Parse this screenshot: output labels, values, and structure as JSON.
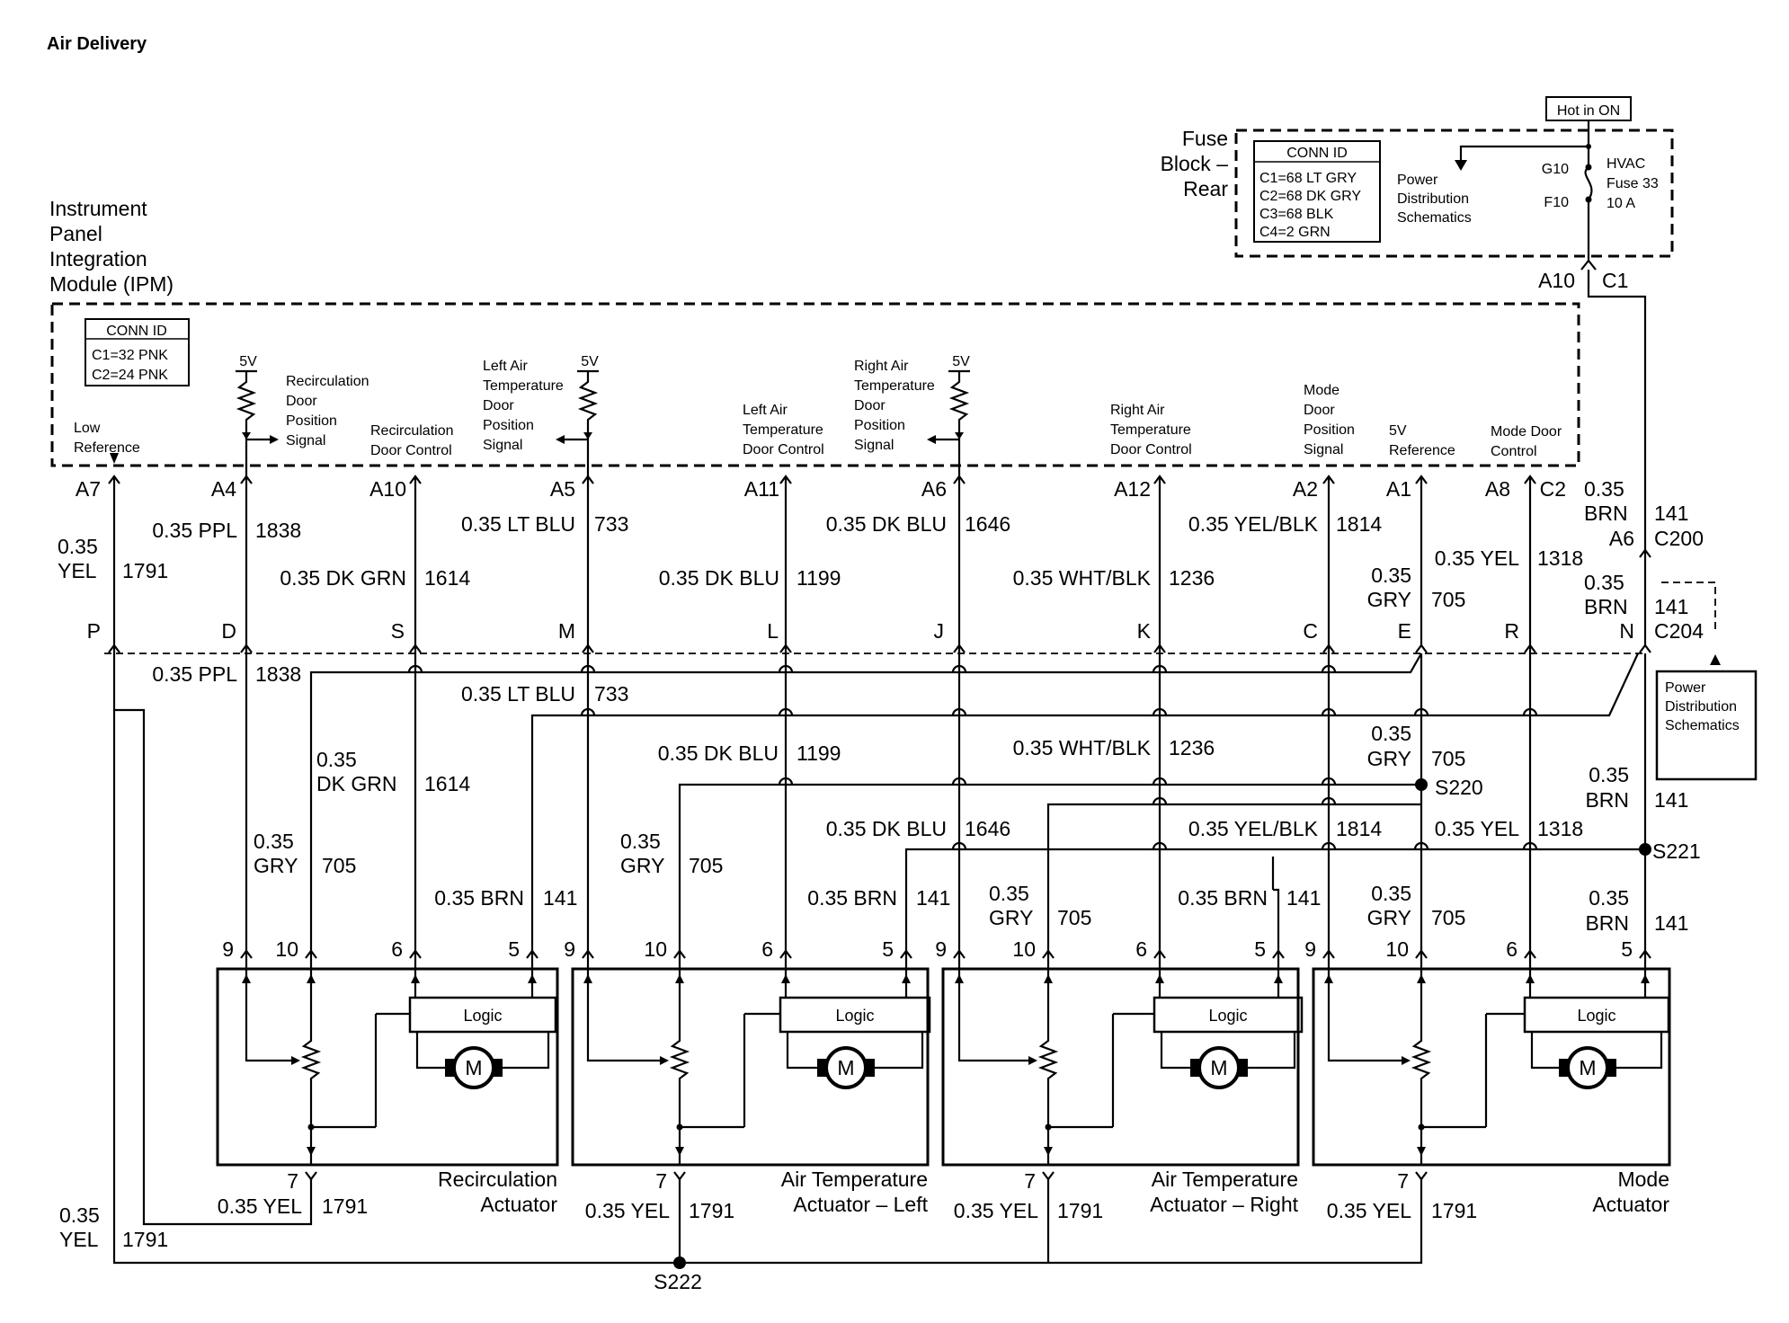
{
  "title": "Air Delivery",
  "hot_in_on": "Hot in ON",
  "fuse_block": {
    "label": [
      "Fuse",
      "Block –",
      "Rear"
    ],
    "conn_id_title": "CONN ID",
    "conn_ids": [
      "C1=68 LT GRY",
      "C2=68 DK GRY",
      "C3=68 BLK",
      "C4=2 GRN"
    ],
    "power_dist": [
      "Power",
      "Distribution",
      "Schematics"
    ],
    "g10": "G10",
    "f10": "F10",
    "fuse": [
      "HVAC",
      "Fuse 33",
      "10 A"
    ],
    "a10": "A10",
    "c1": "C1"
  },
  "ipm": {
    "label": [
      "Instrument",
      "Panel",
      "Integration",
      "Module (IPM)"
    ],
    "conn_id_title": "CONN ID",
    "conn_ids": [
      "C1=32 PNK",
      "C2=24 PNK"
    ],
    "five_v": "5V",
    "signals": {
      "low_ref": [
        "Low",
        "Reference"
      ],
      "recirc_pos": [
        "Recirculation",
        "Door",
        "Position",
        "Signal"
      ],
      "recirc_ctrl": [
        "Recirculation",
        "Door Control"
      ],
      "left_air_pos": [
        "Left Air",
        "Temperature",
        "Door",
        "Position",
        "Signal"
      ],
      "left_air_ctrl": [
        "Left Air",
        "Temperature",
        "Door Control"
      ],
      "right_air_pos": [
        "Right Air",
        "Temperature",
        "Door",
        "Position",
        "Signal"
      ],
      "right_air_ctrl": [
        "Right Air",
        "Temperature",
        "Door Control"
      ],
      "mode_pos": [
        "Mode",
        "Door",
        "Position",
        "Signal"
      ],
      "five_v_ref": [
        "5V",
        "Reference"
      ],
      "mode_ctrl": [
        "Mode Door",
        "Control"
      ]
    },
    "pins": [
      "A7",
      "A4",
      "A10",
      "A5",
      "A11",
      "A6",
      "A12",
      "A2",
      "A1",
      "A8",
      "C2"
    ]
  },
  "connector_c200": {
    "pin": "A6",
    "name": "C200"
  },
  "connector_c204": {
    "name": "C204",
    "pins": [
      "P",
      "D",
      "S",
      "M",
      "L",
      "J",
      "K",
      "C",
      "E",
      "R",
      "N"
    ]
  },
  "power_dist_2": [
    "Power",
    "Distribution",
    "Schematics"
  ],
  "wires_upper": [
    {
      "gauge": "0.35",
      "color": "YEL",
      "circuit": "1791"
    },
    {
      "gauge": "0.35 PPL",
      "circuit": "1838"
    },
    {
      "gauge": "0.35 DK GRN",
      "circuit": "1614"
    },
    {
      "gauge": "0.35 LT BLU",
      "circuit": "733"
    },
    {
      "gauge": "0.35 DK BLU",
      "circuit": "1199"
    },
    {
      "gauge": "0.35 DK BLU",
      "circuit": "1646"
    },
    {
      "gauge": "0.35 WHT/BLK",
      "circuit": "1236"
    },
    {
      "gauge": "0.35 YEL/BLK",
      "circuit": "1814"
    },
    {
      "gauge": "0.35",
      "color": "GRY",
      "circuit": "705"
    },
    {
      "gauge": "0.35 YEL",
      "circuit": "1318"
    },
    {
      "gauge": "0.35",
      "color": "BRN",
      "circuit": "141"
    }
  ],
  "wires_lower": {
    "ppl": {
      "label": "0.35 PPL",
      "circuit": "1838"
    },
    "ltblu": {
      "label": "0.35 LT BLU",
      "circuit": "733"
    },
    "dkgrn": {
      "gauge": "0.35",
      "color": "DK GRN",
      "circuit": "1614"
    },
    "dkblu1199": {
      "label": "0.35 DK BLU",
      "circuit": "1199"
    },
    "whtblk": {
      "label": "0.35 WHT/BLK",
      "circuit": "1236"
    },
    "gry_s220": {
      "gauge": "0.35",
      "color": "GRY",
      "circuit": "705"
    },
    "dkblu1646": {
      "label": "0.35 DK BLU",
      "circuit": "1646"
    },
    "yelblk": {
      "label": "0.35 YEL/BLK",
      "circuit": "1814"
    },
    "yel1318": {
      "label": "0.35 YEL",
      "circuit": "1318"
    },
    "brn_s221": {
      "gauge": "0.35",
      "color": "BRN",
      "circuit": "141"
    },
    "gry": {
      "gauge": "0.35",
      "color": "GRY",
      "circuit": "705"
    },
    "brn": {
      "label": "0.35 BRN",
      "circuit": "141"
    },
    "yel": {
      "label": "0.35 YEL",
      "circuit": "1791"
    },
    "yel_main": {
      "gauge": "0.35",
      "color": "YEL",
      "circuit": "1791"
    }
  },
  "splices": [
    "S220",
    "S221",
    "S222"
  ],
  "actuator_pins": [
    "9",
    "10",
    "6",
    "5",
    "7"
  ],
  "logic": "Logic",
  "motor": "M",
  "actuators": [
    [
      "Recirculation",
      "Actuator"
    ],
    [
      "Air Temperature",
      "Actuator – Left"
    ],
    [
      "Air Temperature",
      "Actuator – Right"
    ],
    [
      "Mode",
      "Actuator"
    ]
  ]
}
